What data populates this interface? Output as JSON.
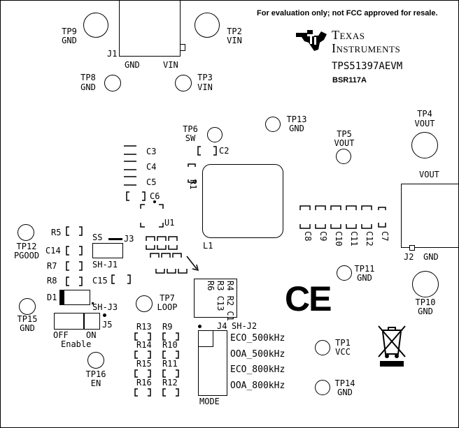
{
  "disclaimer": "For evaluation only; not FCC approved for resale.",
  "brand": {
    "line1": "Texas",
    "line2": "Instruments"
  },
  "board_id": "TPS51397AEVM",
  "board_rev": "BSR117A",
  "test_points": [
    {
      "id": "tp9",
      "ref": "TP9",
      "net": "GND"
    },
    {
      "id": "tp2",
      "ref": "TP2",
      "net": "VIN"
    },
    {
      "id": "tp8",
      "ref": "TP8",
      "net": "GND"
    },
    {
      "id": "tp3",
      "ref": "TP3",
      "net": "VIN"
    },
    {
      "id": "tp6",
      "ref": "TP6",
      "net": "SW"
    },
    {
      "id": "tp13",
      "ref": "TP13",
      "net": "GND"
    },
    {
      "id": "tp4",
      "ref": "TP4",
      "net": "VOUT"
    },
    {
      "id": "tp5",
      "ref": "TP5",
      "net": "VOUT"
    },
    {
      "id": "tp12",
      "ref": "TP12",
      "net": "PGOOD"
    },
    {
      "id": "tp11",
      "ref": "TP11",
      "net": "GND"
    },
    {
      "id": "tp10",
      "ref": "TP10",
      "net": "GND"
    },
    {
      "id": "tp7",
      "ref": "TP7",
      "net": "LOOP"
    },
    {
      "id": "tp15",
      "ref": "TP15",
      "net": "GND"
    },
    {
      "id": "tp16",
      "ref": "TP16",
      "net": "EN"
    },
    {
      "id": "tp1",
      "ref": "TP1",
      "net": "VCC"
    },
    {
      "id": "tp14",
      "ref": "TP14",
      "net": "GND"
    }
  ],
  "connectors": {
    "j1": {
      "ref": "J1",
      "pin_gnd": "GND",
      "pin_vin": "VIN"
    },
    "j2": {
      "ref": "J2",
      "label_vout": "VOUT",
      "label_gnd": "GND"
    },
    "j3": {
      "ref": "J3",
      "label": "SS",
      "shunt": "SH-J1"
    },
    "j4": {
      "ref": "J4",
      "shunt": "SH-J2",
      "title": "MODE",
      "options": [
        "ECO_500kHz",
        "OOA_500kHz",
        "ECO_800kHz",
        "OOA_800kHz"
      ]
    },
    "j5": {
      "ref": "J5",
      "shunt": "SH-J3",
      "off": "OFF",
      "on": "ON",
      "title": "Enable"
    }
  },
  "components": {
    "c2": "C2",
    "c3": "C3",
    "c4": "C4",
    "c5": "C5",
    "c6": "C6",
    "c7": "C7",
    "c8": "C8",
    "c9": "C9",
    "c10": "C10",
    "c11": "C11",
    "c12": "C12",
    "c14": "C14",
    "c15": "C15",
    "r1": "R1",
    "r5": "R5",
    "r7": "R7",
    "r8": "R8",
    "r9": "R9",
    "r10": "R10",
    "r11": "R11",
    "r12": "R12",
    "r13": "R13",
    "r14": "R14",
    "r15": "R15",
    "r16": "R16",
    "u1": "U1",
    "l1": "L1",
    "d1": "D1",
    "rotated_block": [
      "R4 R2 C1",
      "R3 C13",
      "R6"
    ]
  },
  "marks": {
    "ce": "CE"
  }
}
